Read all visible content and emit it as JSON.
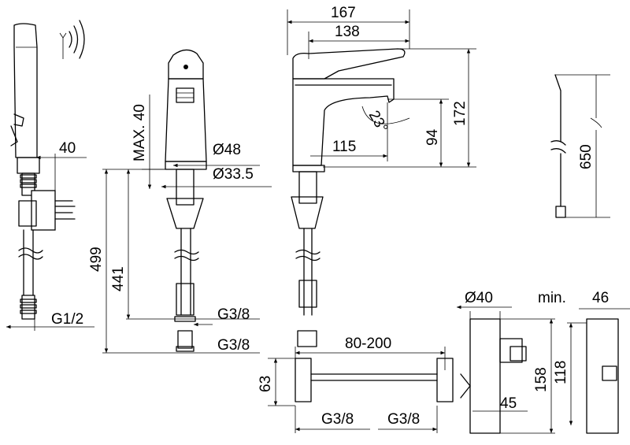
{
  "dims": {
    "d_40_top": "40",
    "g12": "G1/2",
    "max40": "MAX. 40",
    "d48": "Ø48",
    "d335": "Ø33.5",
    "d499": "499",
    "d441": "441",
    "g38_a": "G3/8",
    "g38_b": "G3/8",
    "d167": "167",
    "d138": "138",
    "d172": "172",
    "d94": "94",
    "d115": "115",
    "angle": "23°",
    "d650": "650",
    "d40_box": "Ø40",
    "min": "min.",
    "d46": "46",
    "d158": "158",
    "d118": "118",
    "d45": "45",
    "range": "80-200",
    "d63": "63",
    "g38_c": "G3/8",
    "g38_d": "G3/8"
  }
}
